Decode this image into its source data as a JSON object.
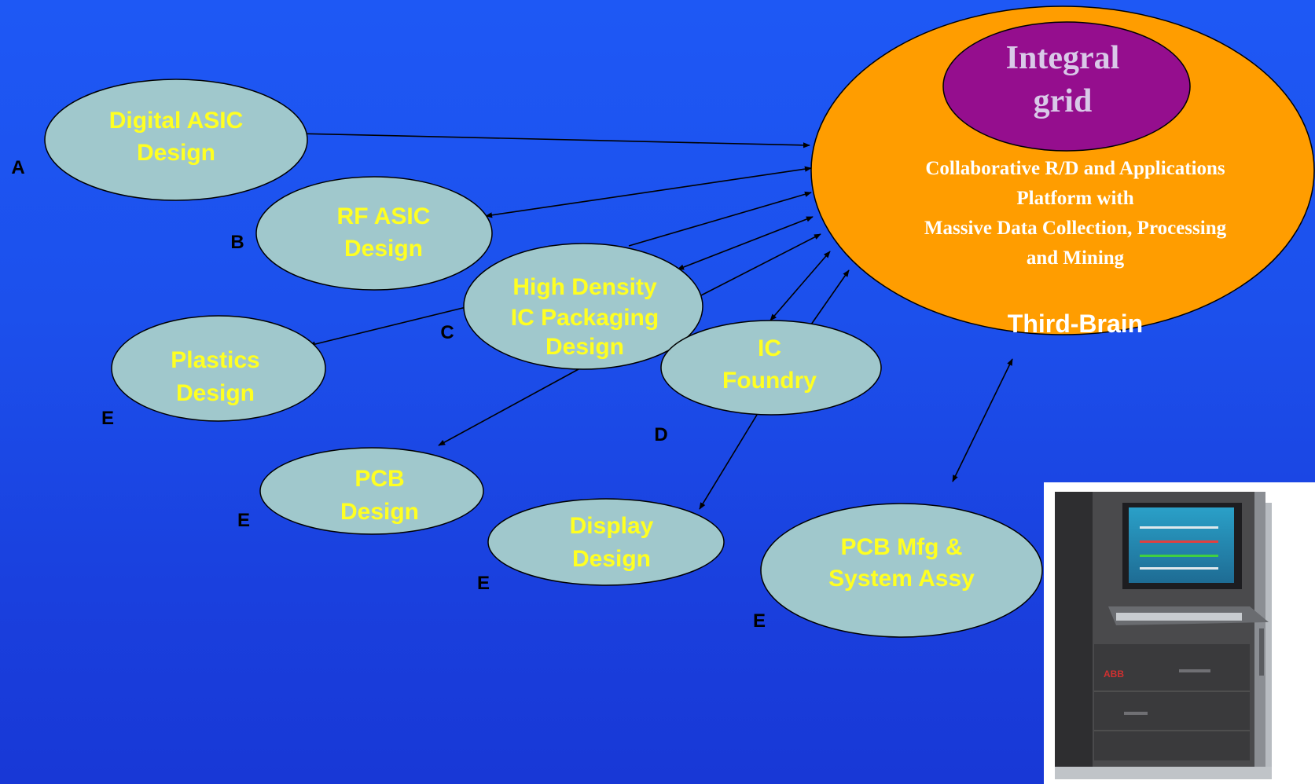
{
  "colors": {
    "background": "#1d52f0",
    "node_fill": "#a0c8cc",
    "node_text": "#ffff22",
    "hub_fill": "#ff9d00",
    "grid_fill": "#950e8e",
    "grid_text": "#d9c9e8"
  },
  "hub": {
    "title_line1": "Integral",
    "title_line2": "grid",
    "desc_line1": "Collaborative R/D and Applications",
    "desc_line2": "Platform with",
    "desc_line3": "Massive Data Collection, Processing",
    "desc_line4": "and Mining",
    "brain": "Third-Brain"
  },
  "nodes": {
    "digital_asic": {
      "line1": "Digital ASIC",
      "line2": "Design",
      "letter": "A"
    },
    "rf_asic": {
      "line1": "RF ASIC",
      "line2": "Design",
      "letter": "B"
    },
    "hd_packaging": {
      "line1": "High Density",
      "line2": "IC Packaging",
      "line3": "Design",
      "letter": "C"
    },
    "plastics": {
      "line1": "Plastics",
      "line2": "Design",
      "letter": "E"
    },
    "ic_foundry": {
      "line1": "IC",
      "line2": "Foundry",
      "letter": "D"
    },
    "pcb_design": {
      "line1": "PCB",
      "line2": "Design",
      "letter": "E"
    },
    "display": {
      "line1": "Display",
      "line2": "Design",
      "letter": "E"
    },
    "pcb_mfg": {
      "line1": "PCB Mfg &",
      "line2": "System Assy",
      "letter": "E"
    }
  },
  "illustration": {
    "icon": "server-cabinet-icon",
    "brand": "ABB"
  }
}
